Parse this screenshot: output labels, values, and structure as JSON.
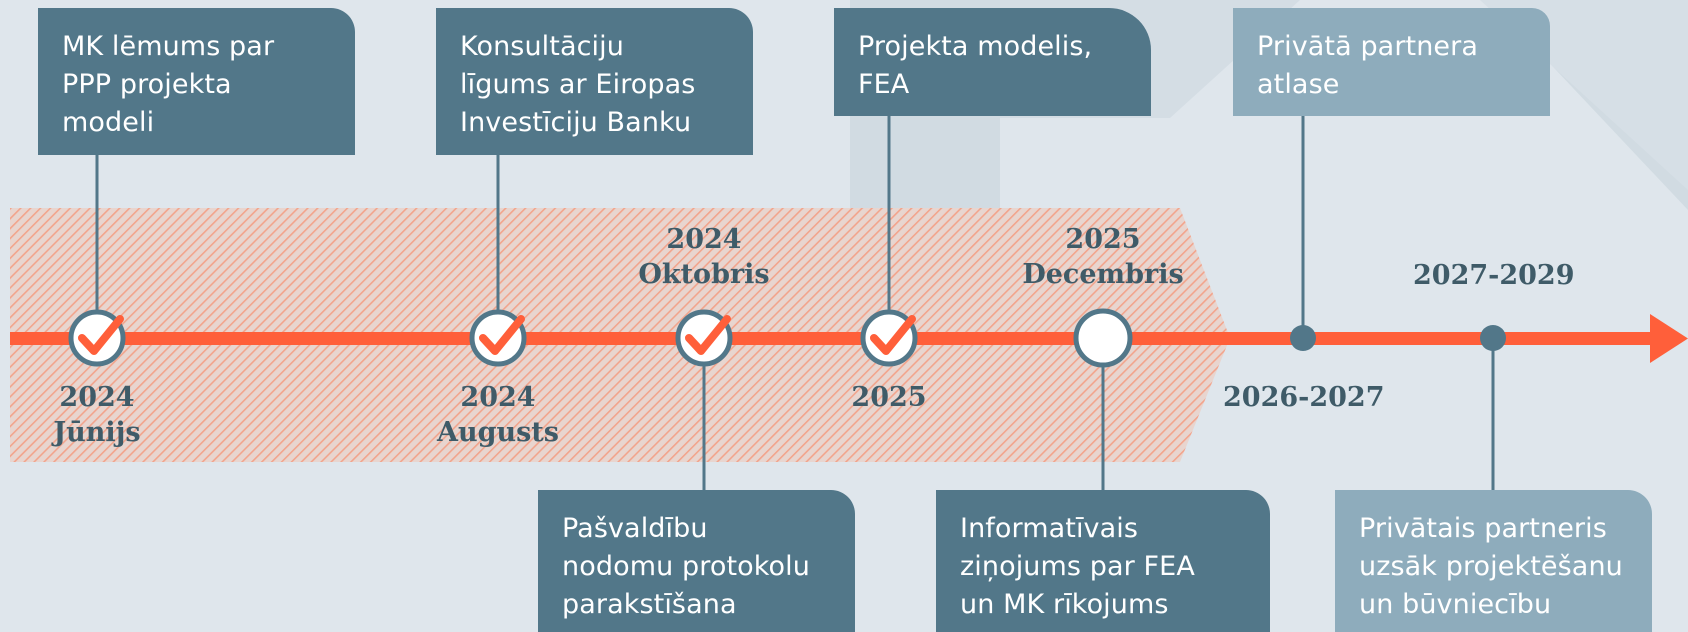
{
  "colors": {
    "background": "#dfe6ec",
    "box_dark": "#527789",
    "box_light": "#8eacbc",
    "timeline": "#ff5f3a",
    "hatch_band": "#f4b9a5",
    "connector": "#527789",
    "date_text": "#3f5b68"
  },
  "icons": {
    "done_marker": "check-icon",
    "arrow": "arrow-head-icon"
  },
  "milestones": [
    {
      "id": "2024-junijs",
      "status": "done",
      "date_lines": [
        "2024",
        "Jūnijs"
      ],
      "box_text": "MK lēmums par\nPPP projekta\nmodeli",
      "box_position": "above",
      "box_style": "dark"
    },
    {
      "id": "2024-augusts",
      "status": "done",
      "date_lines": [
        "2024",
        "Augusts"
      ],
      "box_text": "Konsultāciju\nlīgums ar Eiropas\nInvestīciju Banku",
      "box_position": "above",
      "box_style": "dark"
    },
    {
      "id": "2024-oktobris",
      "status": "done",
      "date_lines": [
        "2024",
        "Oktobris"
      ],
      "box_text": "Pašvaldību\nnodomu protokolu\nparakstīšana",
      "box_position": "below",
      "box_style": "dark"
    },
    {
      "id": "2025",
      "status": "done",
      "date_lines": [
        "2025"
      ],
      "box_text": "Projekta modelis,\nFEA",
      "box_position": "above",
      "box_style": "dark"
    },
    {
      "id": "2025-decembris",
      "status": "pending",
      "date_lines": [
        "2025",
        "Decembris"
      ],
      "box_text": "Informatīvais\nziņojums par FEA\nun MK rīkojums",
      "box_position": "below",
      "box_style": "dark"
    },
    {
      "id": "2026-2027",
      "status": "future",
      "date_lines": [
        "2026-2027"
      ],
      "box_text": "Privātā partnera\natlase",
      "box_position": "above",
      "box_style": "light"
    },
    {
      "id": "2027-2029",
      "status": "future",
      "date_lines": [
        "2027-2029"
      ],
      "box_text": "Privātais partneris\nuzsāk projektēšanu\nun būvniecību",
      "box_position": "below",
      "box_style": "light"
    }
  ]
}
